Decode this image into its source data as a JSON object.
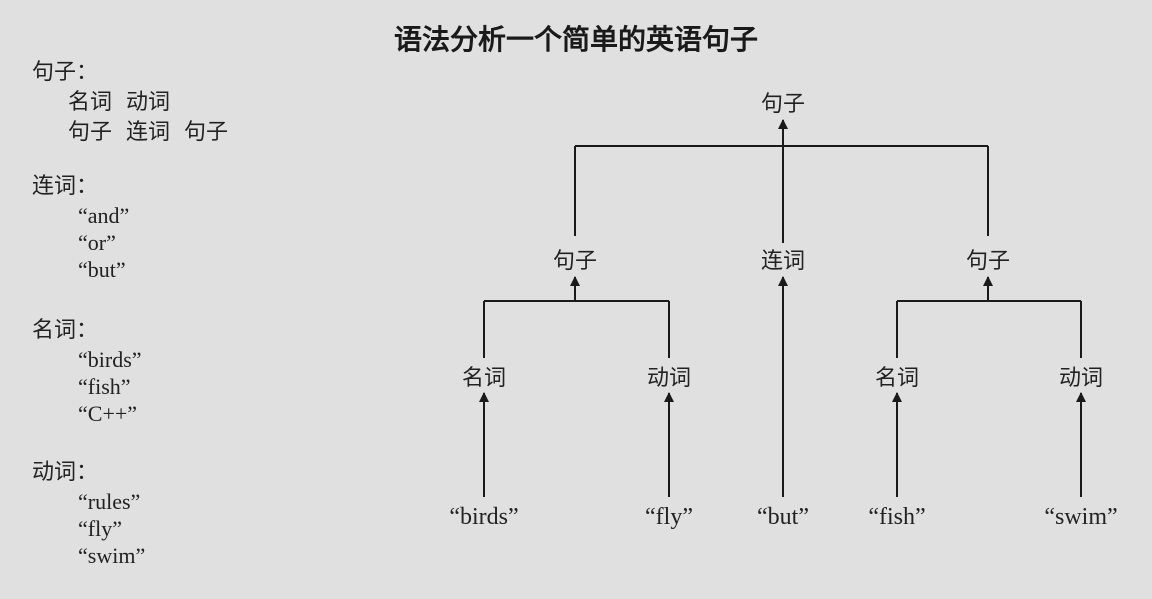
{
  "title": "语法分析一个简单的英语句子",
  "grammar": {
    "sentence": {
      "head": "句子：",
      "rules": [
        "名词  动词",
        "句子  连词  句子"
      ]
    },
    "conjunction": {
      "head": "连词：",
      "words": [
        "“and”",
        "“or”",
        "“but”"
      ]
    },
    "noun": {
      "head": "名词：",
      "words": [
        "“birds”",
        "“fish”",
        "“C++”"
      ]
    },
    "verb": {
      "head": "动词：",
      "words": [
        "“rules”",
        "“fly”",
        "“swim”"
      ]
    }
  },
  "tree": {
    "root": "句子",
    "mid": [
      "句子",
      "连词",
      "句子"
    ],
    "pos": [
      "名词",
      "动词",
      "名词",
      "动词"
    ],
    "leaves": [
      "“birds”",
      "“fly”",
      "“but”",
      "“fish”",
      "“swim”"
    ]
  }
}
